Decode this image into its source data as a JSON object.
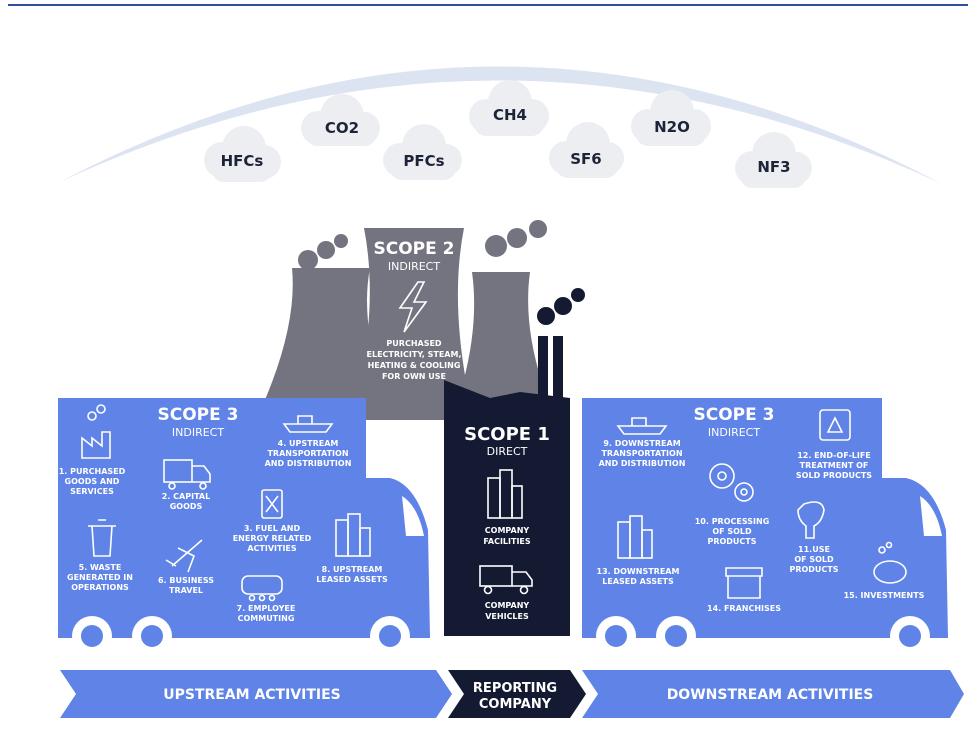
{
  "gases": [
    "HFCs",
    "CO2",
    "PFCs",
    "CH4",
    "SF6",
    "N2O",
    "NF3"
  ],
  "scope2": {
    "title": "SCOPE 2",
    "subtitle": "INDIRECT",
    "desc": [
      "PURCHASED",
      "ELECTRICITY, STEAM,",
      "HEATING & COOLING",
      "FOR OWN USE"
    ]
  },
  "scope1": {
    "title": "SCOPE 1",
    "subtitle": "DIRECT",
    "facilities": [
      "COMPANY",
      "FACILITIES"
    ],
    "vehicles": [
      "COMPANY",
      "VEHICLES"
    ]
  },
  "scope3_up": {
    "title": "SCOPE 3",
    "subtitle": "INDIRECT",
    "items": [
      [
        "1. PURCHASED",
        "GOODS AND",
        "SERVICES"
      ],
      [
        "2. CAPITAL",
        "GOODS"
      ],
      [
        "3. FUEL AND",
        "ENERGY RELATED",
        "ACTIVITIES"
      ],
      [
        "4. UPSTREAM",
        "TRANSPORTATION",
        "AND DISTRIBUTION"
      ],
      [
        "5. WASTE",
        "GENERATED IN",
        "OPERATIONS"
      ],
      [
        "6. BUSINESS",
        "TRAVEL"
      ],
      [
        "7. EMPLOYEE",
        "COMMUTING"
      ],
      [
        "8. UPSTREAM",
        "LEASED ASSETS"
      ]
    ]
  },
  "scope3_down": {
    "title": "SCOPE 3",
    "subtitle": "INDIRECT",
    "items": [
      [
        "9. DOWNSTREAM",
        "TRANSPORTATION",
        "AND DISTRIBUTION"
      ],
      [
        "10. PROCESSING",
        "OF SOLD",
        "PRODUCTS"
      ],
      [
        "11.USE",
        "OF SOLD",
        "PRODUCTS"
      ],
      [
        "12. END-OF-LIFE",
        "TREATMENT OF",
        "SOLD PRODUCTS"
      ],
      [
        "13. DOWNSTREAM",
        "LEASED ASSETS"
      ],
      [
        "14. FRANCHISES"
      ],
      [
        "15. INVESTMENTS"
      ]
    ]
  },
  "bands": {
    "upstream": "UPSTREAM ACTIVITIES",
    "reporting": [
      "REPORTING",
      "COMPANY"
    ],
    "downstream": "DOWNSTREAM ACTIVITIES"
  },
  "colors": {
    "blue": "#5f83e6",
    "navy": "#151a33",
    "grey": "#747480",
    "cloud": "#eceef2",
    "arc": "#dde4f1"
  }
}
